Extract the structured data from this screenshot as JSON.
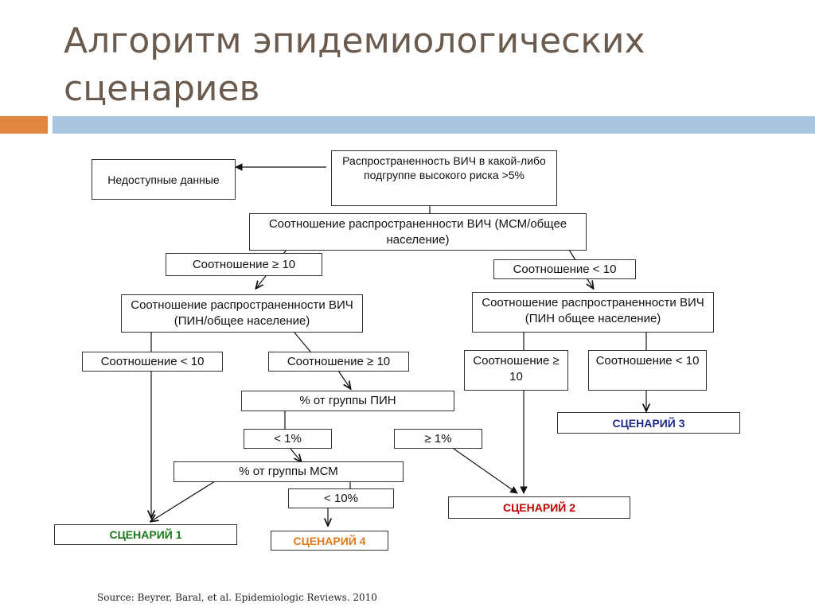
{
  "slide": {
    "title": "Алгоритм эпидемиологических сценариев",
    "source": "Source: Beyrer, Baral, et al.  Epidemiologic Reviews. 2010"
  },
  "colors": {
    "title_text": "#6b5a4e",
    "accent_orange": "#e0863e",
    "accent_blue": "#a8c4de",
    "scenario1": "#1a7a1a",
    "scenario2": "#c00000",
    "scenario3": "#1f2a8a",
    "scenario4": "#e07a1a"
  },
  "nodes": {
    "unavailable": "Недоступные данные",
    "prevalence_high_risk": "Распространенность ВИЧ в какой-либо подгруппе высокого риска >5%",
    "ratio_msm": "Соотношение распространенности ВИЧ (МСМ/общее население)",
    "ratio_ge10_left": "Соотношение  ≥ 10",
    "ratio_lt10_right": "Соотношение  < 10",
    "ratio_pwid_left": "Соотношение распространенности ВИЧ (ПИН/общее население)",
    "ratio_pwid_right": "Соотношение распространенности ВИЧ (ПИН общее население)",
    "ll_lt10": "Соотношение < 10",
    "ll_ge10": "Соотношение ≥ 10",
    "rr_ge10": "Соотношение ≥ 10",
    "rr_lt10": "Соотношение < 10",
    "pct_pwid": "% от группы ПИН",
    "lt1": "< 1%",
    "ge1": "≥ 1%",
    "pct_msm": "% от группы МСМ",
    "lt10pct": "< 10%",
    "scenario1": "СЦЕНАРИЙ 1",
    "scenario2": "СЦЕНАРИЙ 2",
    "scenario3": "СЦЕНАРИЙ 3",
    "scenario4": "СЦЕНАРИЙ 4"
  }
}
